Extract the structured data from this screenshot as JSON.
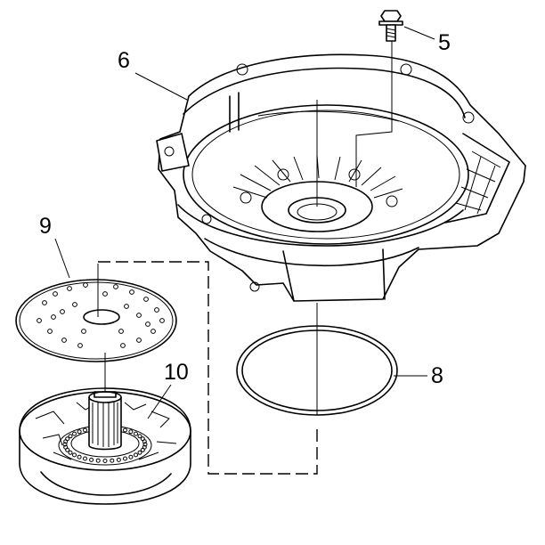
{
  "callouts": {
    "bolt": "5",
    "housing": "6",
    "seal_ring": "8",
    "spacer_plate": "9",
    "pump": "10"
  }
}
